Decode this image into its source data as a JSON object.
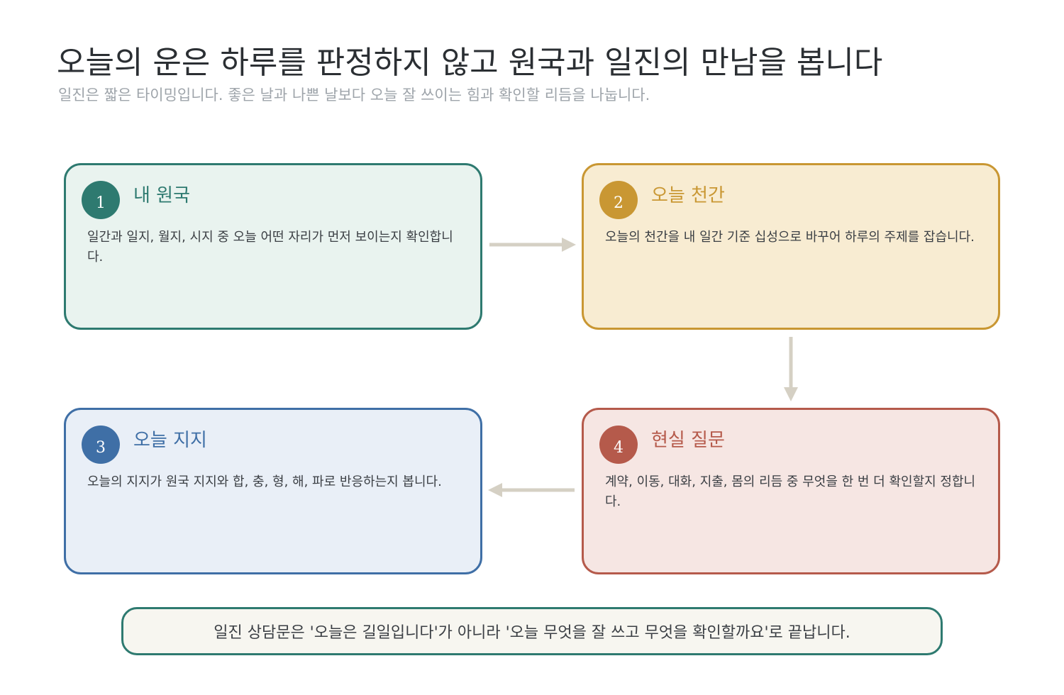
{
  "header": {
    "title": "오늘의 운은 하루를 판정하지 않고 원국과 일진의 만남을 봅니다",
    "subtitle": "일진은 짧은 타이밍입니다. 좋은 날과 나쁜 날보다 오늘 잘 쓰이는 힘과 확인할 리듬을 나눕니다."
  },
  "steps": [
    {
      "number": "1",
      "title": "내 원국",
      "description": "일간과 일지, 월지, 시지 중 오늘 어떤 자리가 먼저 보이는지 확인합니다.",
      "color": "#2e7a70",
      "background": "#e9f3ef"
    },
    {
      "number": "2",
      "title": "오늘 천간",
      "description": "오늘의 천간을 내 일간 기준 십성으로 바꾸어 하루의 주제를 잡습니다.",
      "color": "#c99733",
      "background": "#f8ecd2"
    },
    {
      "number": "3",
      "title": "오늘 지지",
      "description": "오늘의 지지가 원국 지지와 합, 충, 형, 해, 파로 반응하는지 봅니다.",
      "color": "#3f6fa6",
      "background": "#e9eff7"
    },
    {
      "number": "4",
      "title": "현실 질문",
      "description": "계약, 이동, 대화, 지출, 몸의 리듬 중 무엇을 한 번 더 확인할지 정합니다.",
      "color": "#b55a4b",
      "background": "#f6e6e3"
    }
  ],
  "footer": {
    "text": "일진 상담문은 '오늘은 길일입니다'가 아니라 '오늘 무엇을 잘 쓰고 무엇을 확인할까요'로 끝납니다.",
    "border_color": "#2e7a70",
    "background": "#f7f6f0"
  },
  "arrow_color": "#d5d0c4"
}
